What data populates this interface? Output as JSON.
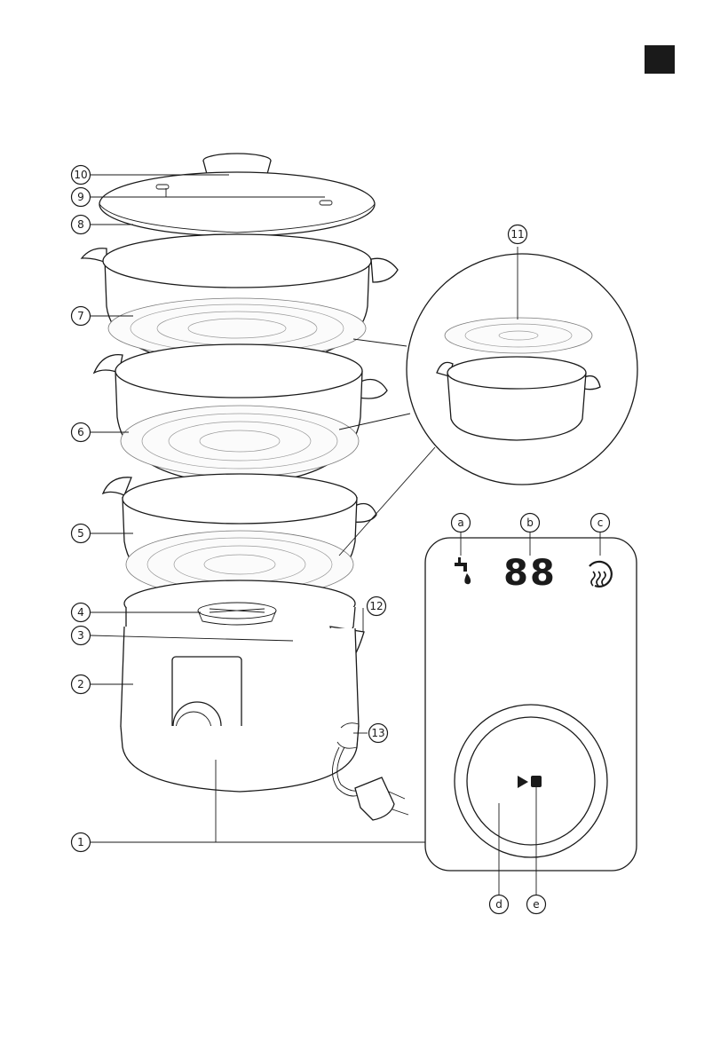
{
  "page": {
    "language_badge": ""
  },
  "labels": {
    "lid_handle": "10",
    "lid_vent": "9",
    "lid": "8",
    "basket_top": "7",
    "basket_middle": "6",
    "basket_bottom": "5",
    "aroma_infuser": "4",
    "water_tank": "3",
    "base": "2",
    "control_panel": "1",
    "rice_bowl_detail": "11",
    "refill_spout": "12",
    "cord_storage": "13"
  },
  "panel_labels": {
    "water_indicator": "a",
    "display": "b",
    "steam_indicator": "c",
    "start_button_ring": "d",
    "start_stop_symbol": "e"
  },
  "display": {
    "digits": "88"
  }
}
